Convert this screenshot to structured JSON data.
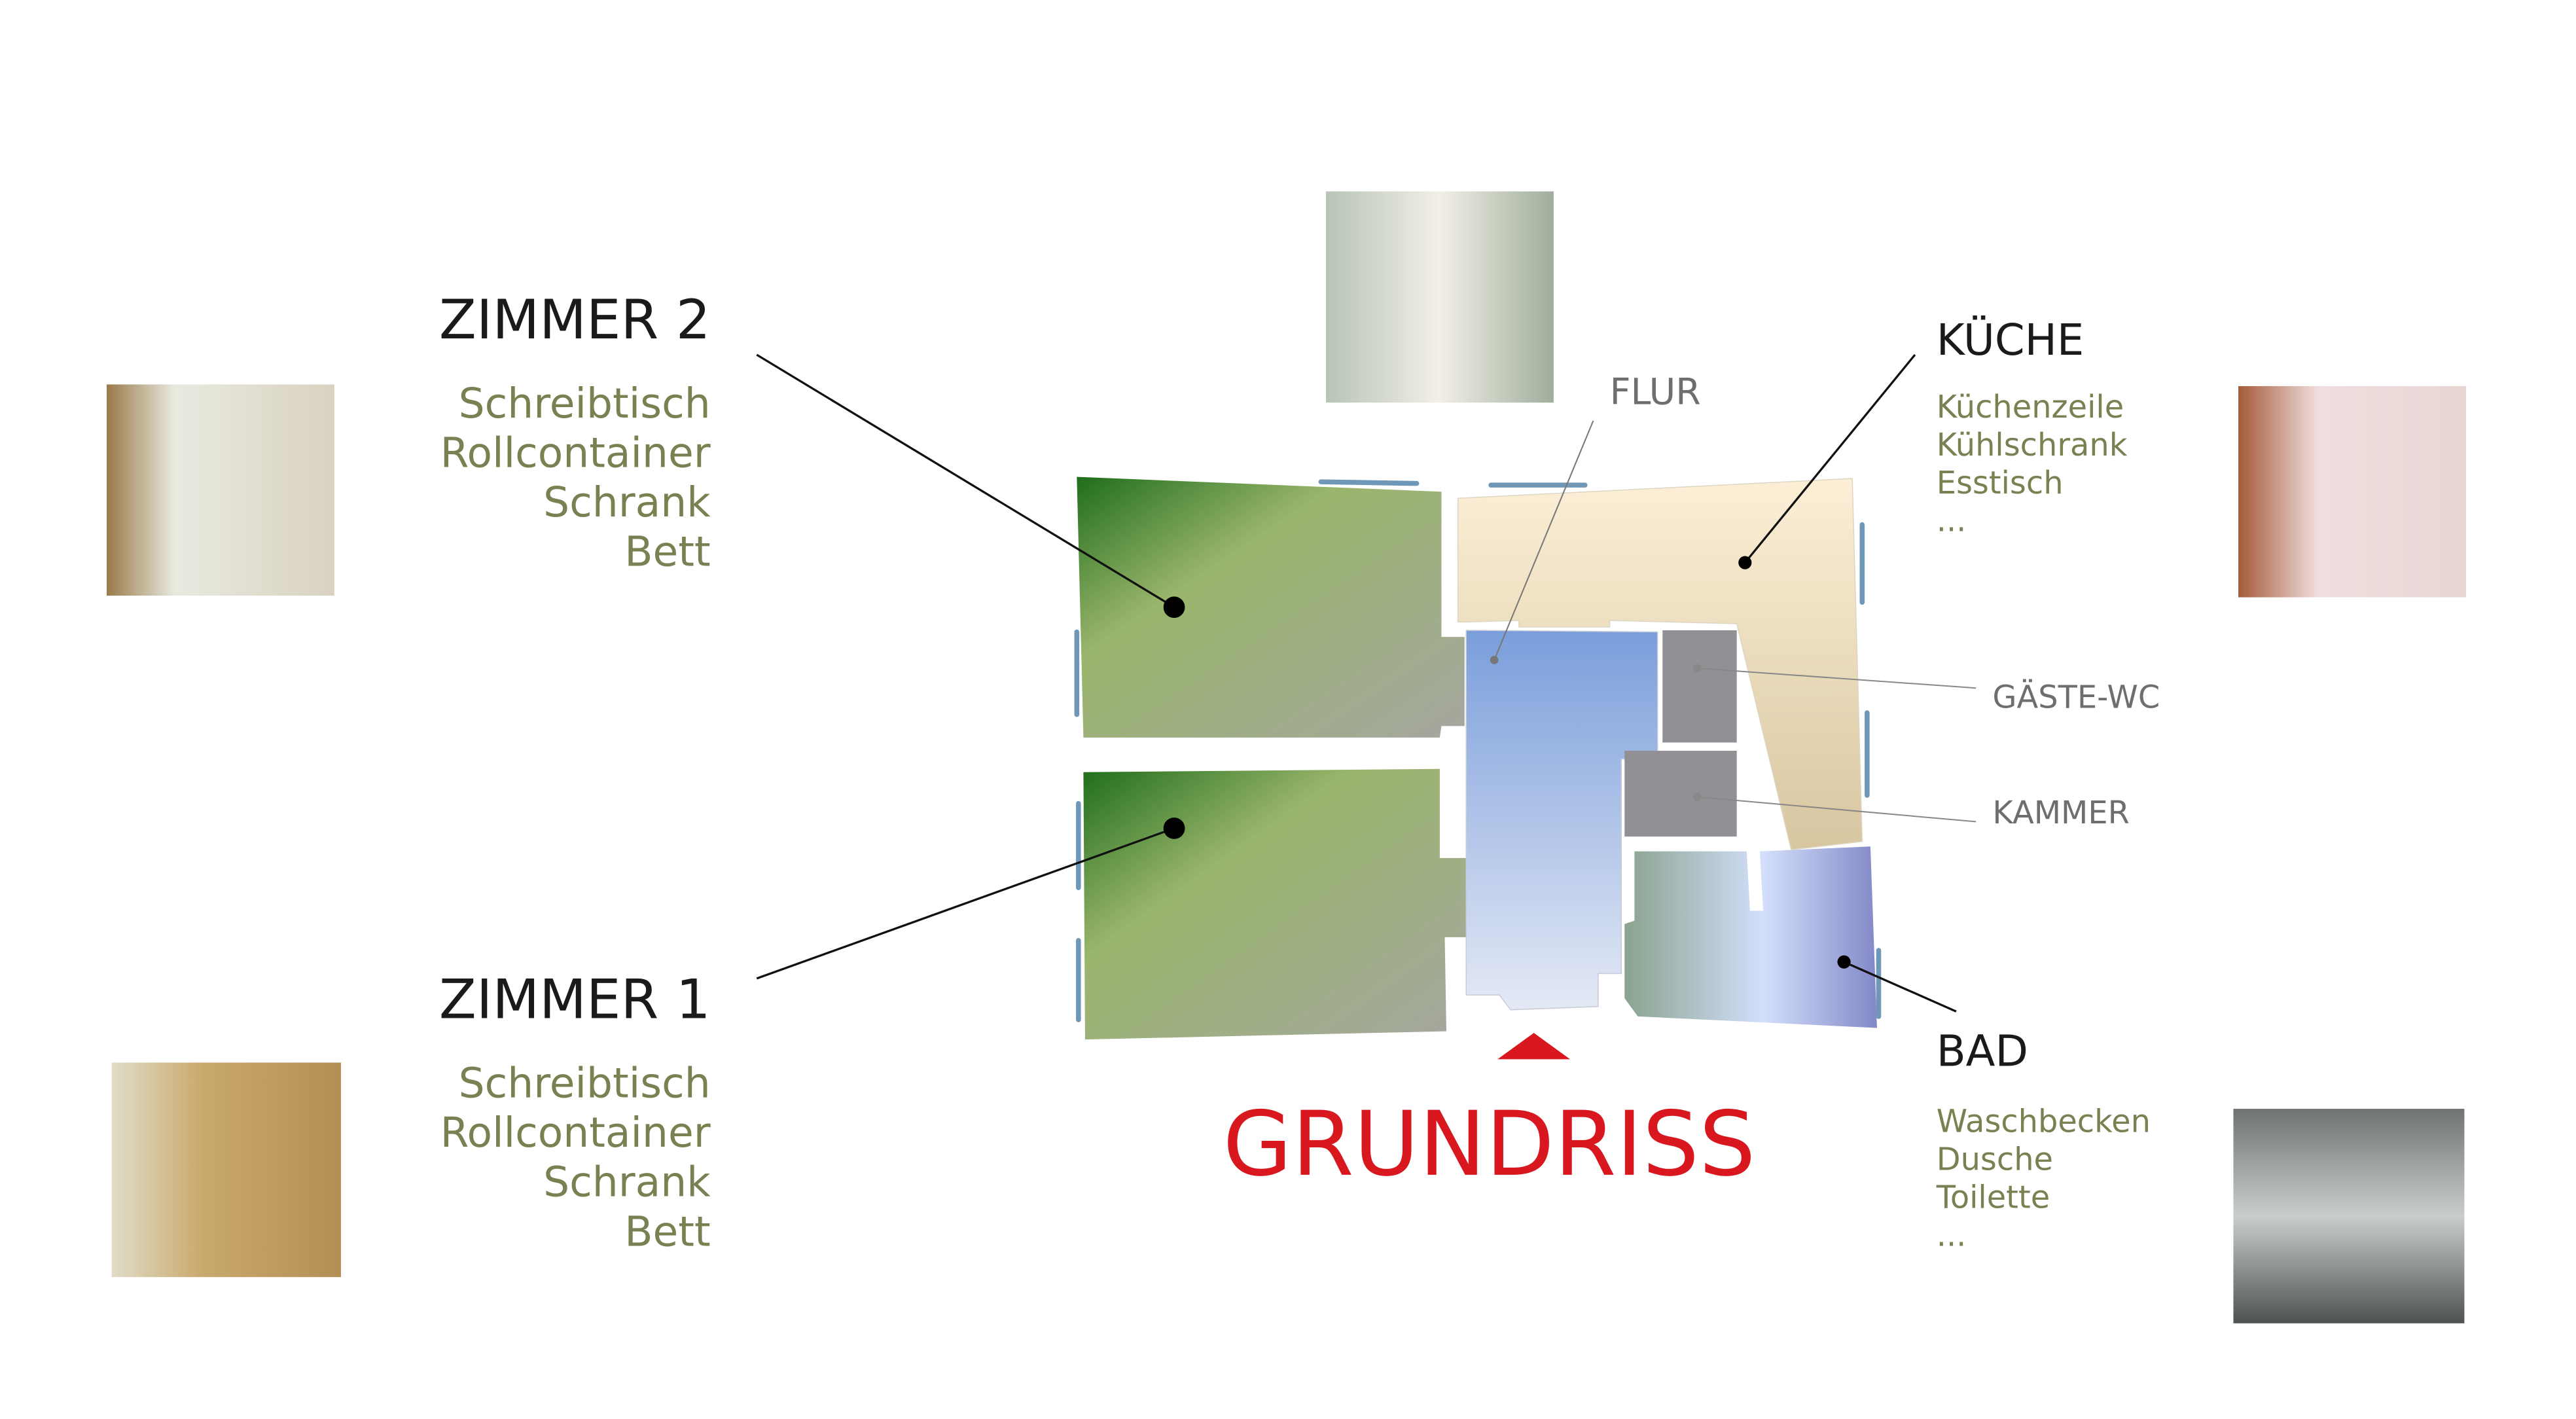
{
  "title": "GRUNDRISS",
  "rooms": {
    "zimmer2": {
      "name": "ZIMMER 2",
      "items": [
        "Schreibtisch",
        "Rollcontainer",
        "Schrank",
        "Bett"
      ]
    },
    "zimmer1": {
      "name": "ZIMMER 1",
      "items": [
        "Schreibtisch",
        "Rollcontainer",
        "Schrank",
        "Bett"
      ]
    },
    "kueche": {
      "name": "KÜCHE",
      "items": [
        "Küchenzeile",
        "Kühlschrank",
        "Esstisch",
        "..."
      ]
    },
    "bad": {
      "name": "BAD",
      "items": [
        "Waschbecken",
        "Dusche",
        "Toilette",
        "..."
      ]
    },
    "flur": {
      "name": "FLUR"
    },
    "gaeste_wc": {
      "name": "GÄSTE-WC"
    },
    "kammer": {
      "name": "KAMMER"
    }
  },
  "colors": {
    "accent": "#d8171f",
    "item_text": "#7b8052",
    "window": "#6f98b8"
  }
}
